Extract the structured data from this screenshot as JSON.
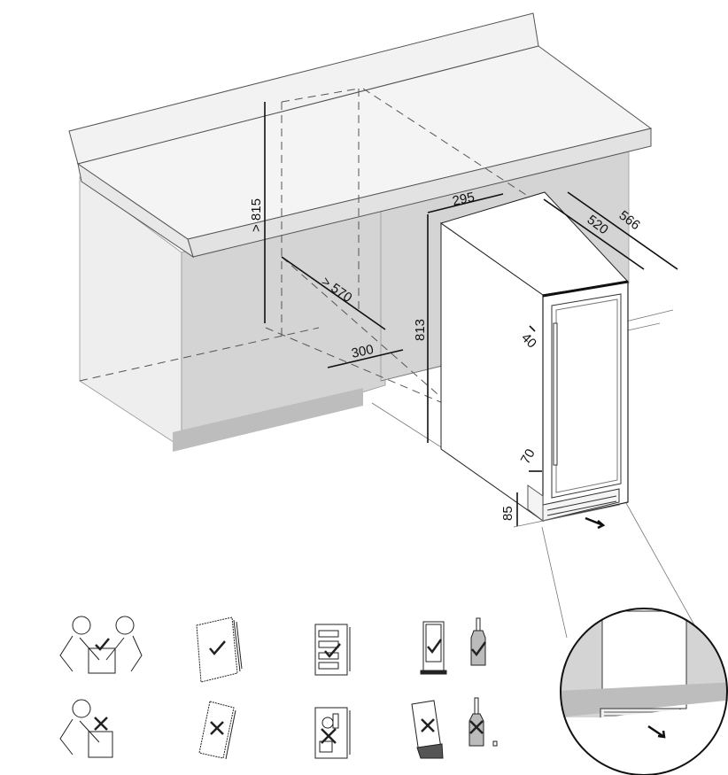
{
  "diagram": {
    "title": "Built-in wine cooler installation dimensions",
    "dimensions": {
      "niche_height": "> 815",
      "niche_depth": "> 570",
      "niche_width": "300",
      "appliance_width": "295",
      "appliance_depth": "520",
      "appliance_depth_with_door": "566",
      "appliance_height": "813",
      "door_offset": "40",
      "door_gap": "70",
      "plinth_height": "85"
    },
    "icons": [
      {
        "name": "two-person-lift",
        "status": "ok"
      },
      {
        "name": "read-manual",
        "status": "ok"
      },
      {
        "name": "store-wine-only",
        "status": "ok"
      },
      {
        "name": "upright-transport",
        "status": "ok"
      },
      {
        "name": "bottle-storage",
        "status": "ok"
      },
      {
        "name": "one-person-lift",
        "status": "not-ok"
      },
      {
        "name": "ignore-manual",
        "status": "not-ok"
      },
      {
        "name": "store-food",
        "status": "not-ok"
      },
      {
        "name": "tilted-transport",
        "status": "not-ok"
      },
      {
        "name": "bottle-misuse",
        "status": "not-ok"
      }
    ],
    "colors": {
      "cabinet": "#d4d4d4",
      "countertop": "#efefef",
      "plinth": "#bdbdbd",
      "line": "#222222"
    }
  }
}
